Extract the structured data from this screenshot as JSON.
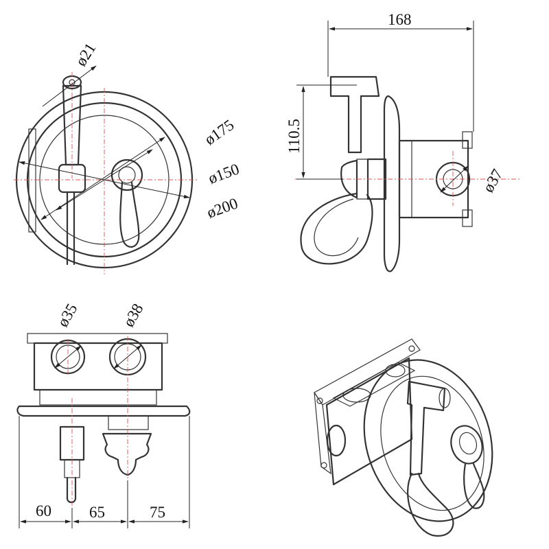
{
  "labels": {
    "d21": "ø21",
    "d175": "ø175",
    "d150": "ø150",
    "d200": "ø200",
    "w168": "168",
    "h110": "110.5",
    "d37": "ø37",
    "d35": "ø35",
    "d38": "ø38",
    "l60": "60",
    "l65": "65",
    "l75": "75"
  }
}
